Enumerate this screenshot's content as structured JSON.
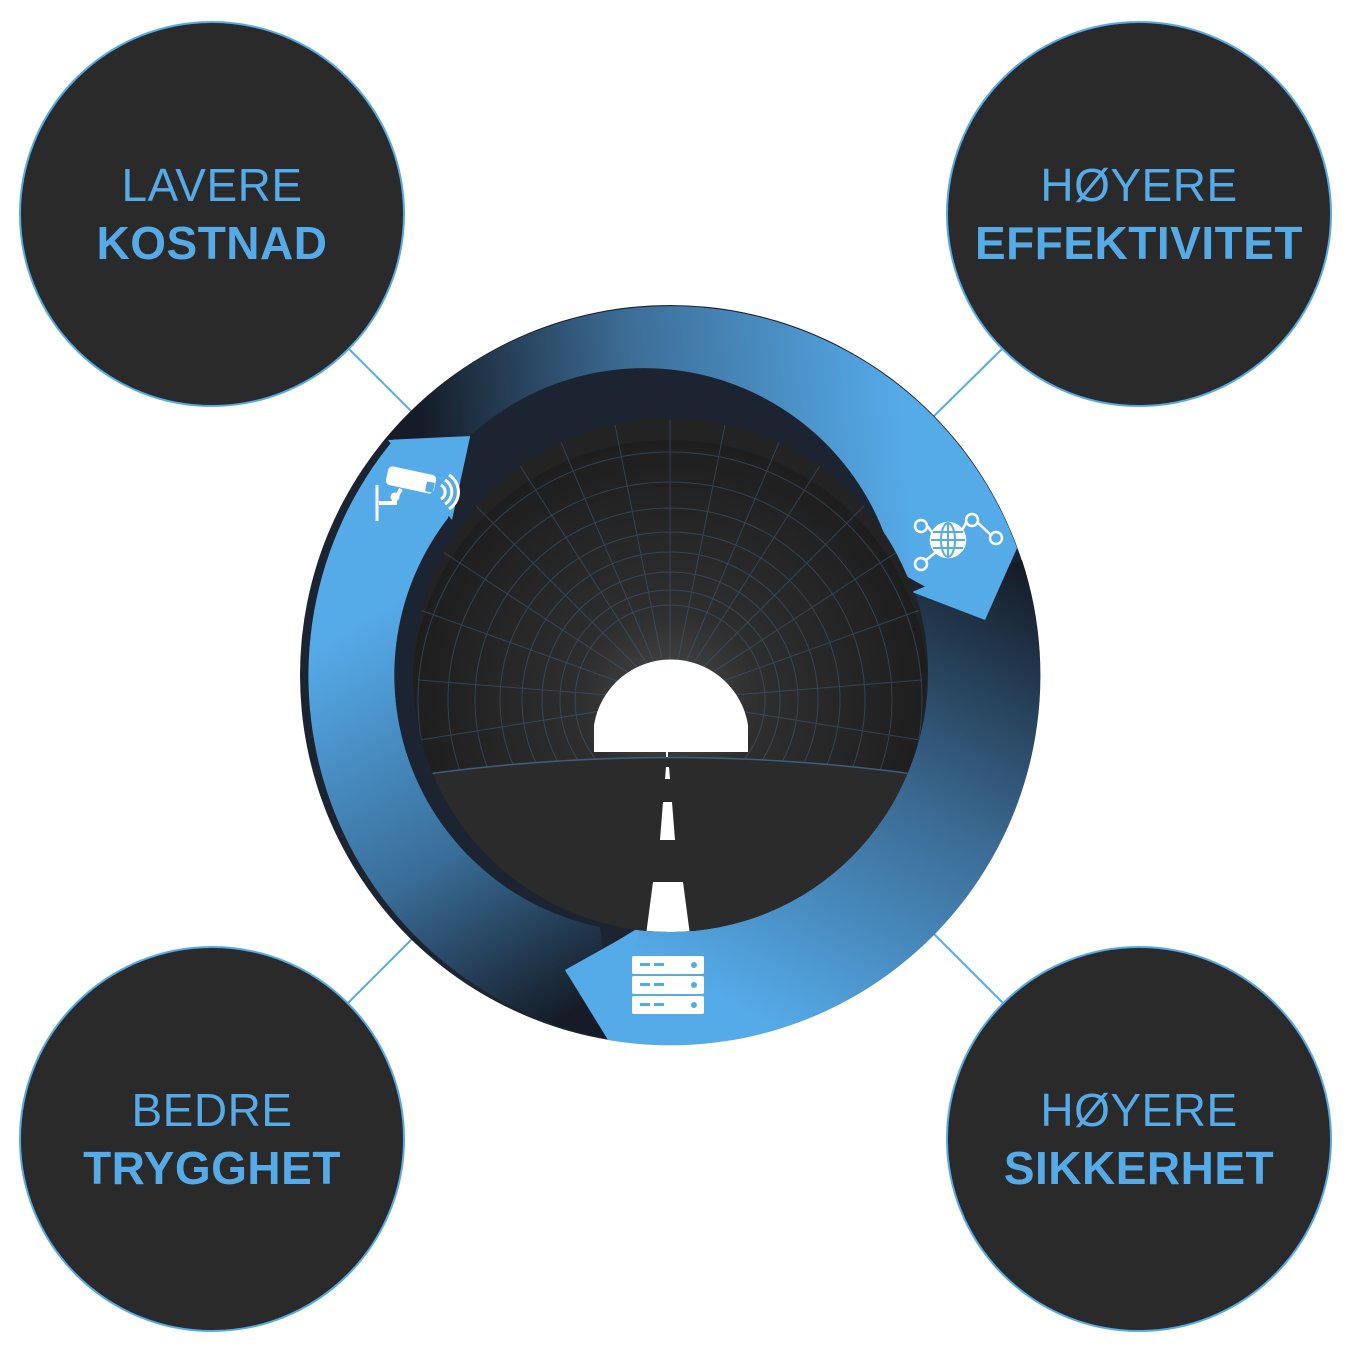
{
  "benefits": [
    {
      "line1": "LAVERE",
      "line2": "KOSTNAD"
    },
    {
      "line1": "HØYERE",
      "line2": "EFFEKTIVITET"
    },
    {
      "line1": "BEDRE",
      "line2": "TRYGGHET"
    },
    {
      "line1": "HØYERE",
      "line2": "SIKKERHET"
    }
  ],
  "center": {
    "image": "tunnel-road",
    "icons": [
      "surveillance-camera-icon",
      "network-globe-icon",
      "server-rack-icon"
    ]
  },
  "colors": {
    "accent": "#55aae8",
    "bubble_fill": "#2a2a2a",
    "ring_dark": "#1a2230",
    "tunnel": "#262626",
    "road": "#2a2a2a"
  }
}
